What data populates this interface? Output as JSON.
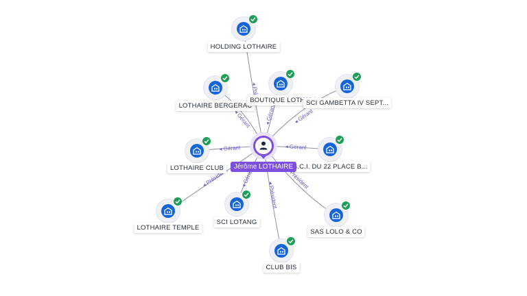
{
  "center": {
    "name": "Jérôme LOTHAIRE",
    "icon": "person-icon"
  },
  "nodes": [
    {
      "id": "holding",
      "label": "HOLDING LOTHAIRE",
      "edge_label": "Présid",
      "icon": "company-icon",
      "status": "active-check-icon"
    },
    {
      "id": "bergerac",
      "label": "LOTHAIRE BERGERAC",
      "edge_label": "Gérant",
      "icon": "company-icon",
      "status": "active-check-icon"
    },
    {
      "id": "boutique",
      "label": "BOUTIQUE LOTHAI",
      "edge_label": "Gérant",
      "icon": "company-icon",
      "status": "active-check-icon"
    },
    {
      "id": "gambetta",
      "label": "SCI GAMBETTA IV SEPT...",
      "edge_label": "Gérant",
      "icon": "company-icon",
      "status": "active-check-icon"
    },
    {
      "id": "club",
      "label": "LOTHAIRE CLUB",
      "edge_label": "Gérant",
      "icon": "company-icon",
      "status": "active-check-icon"
    },
    {
      "id": "sci22",
      "label": "S.C.I. DU 22 PLACE B...",
      "edge_label": "Gérant",
      "icon": "company-icon",
      "status": "active-check-icon"
    },
    {
      "id": "temple",
      "label": "LOTHAIRE TEMPLE",
      "edge_label": "Président",
      "icon": "company-icon",
      "status": "active-check-icon"
    },
    {
      "id": "lotang",
      "label": "SCI LOTANG",
      "edge_label": "Gérant",
      "icon": "company-icon",
      "status": "active-check-icon"
    },
    {
      "id": "lolo",
      "label": "SAS LOLO & CO",
      "edge_label": "Président",
      "icon": "company-icon",
      "status": "active-check-icon"
    },
    {
      "id": "clubbis",
      "label": "CLUB BIS",
      "edge_label": "Président",
      "icon": "company-icon",
      "status": "active-check-icon"
    }
  ],
  "colors": {
    "accent": "#7c4fe0",
    "company": "#1565d8",
    "active": "#1e9e57",
    "edge": "#8a8fa8"
  }
}
